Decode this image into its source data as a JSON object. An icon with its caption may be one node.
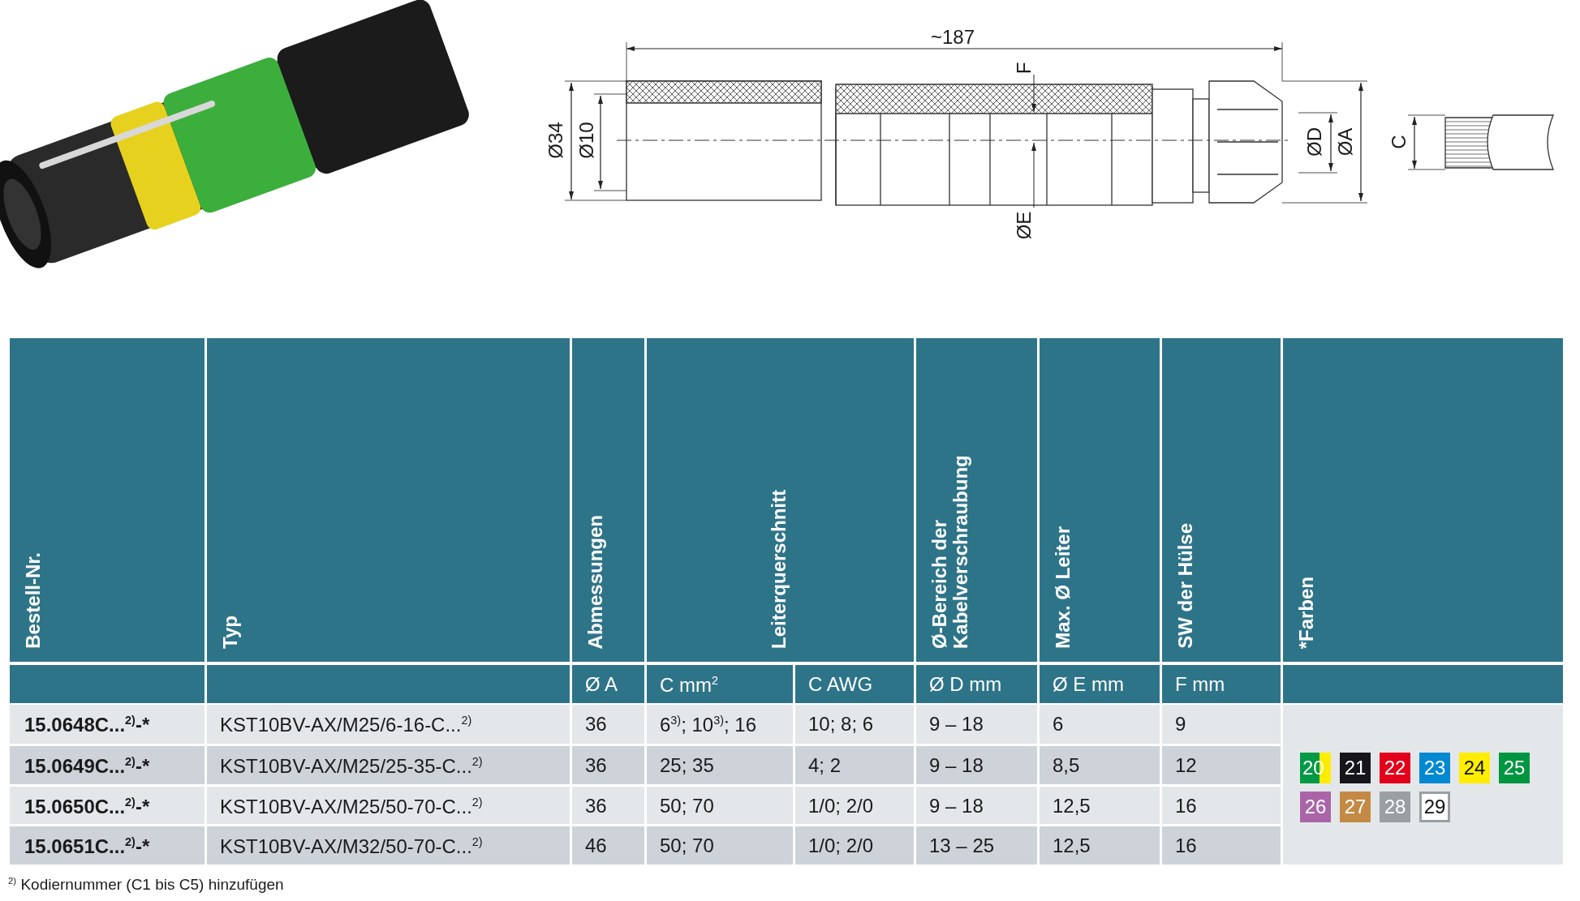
{
  "diagram": {
    "labels": [
      "~187",
      "F",
      "Ø34",
      "Ø10",
      "ØE",
      "ØD",
      "ØA",
      "C",
      "Bestell-Nr.",
      "Typ",
      "Abmessungen",
      "Leiterquerschnitt",
      "Ø-Bereich der Kabelverschraubung",
      "Max. Ø Leiter",
      "SW der Hülse",
      "*Farben",
      "Ø A",
      "C mm$^{2}$",
      "C AWG",
      "Ø D mm",
      "Ø E mm",
      "F mm",
      "15.0648C...$^{2)}$-*",
      "KST10BV-AX/M25/6-16-C...$^{2)}$",
      "36",
      "6$^{3)}$; 10$^{3)}$; 16",
      "10; 8; 6",
      "9 – 18",
      "6",
      "9",
      "15.0649C...$^{2)}$-*",
      "KST10BV-AX/M25/25-35-C...$^{2)}$",
      "36",
      "25; 35",
      "4; 2",
      "9 – 18",
      "8,5",
      "12",
      "15.0650C...$^{2)}$-*",
      "KST10BV-AX/M25/50-70-C...$^{2)}$",
      "36",
      "50; 70",
      "1/0; 2/0",
      "9 – 18",
      "12,5",
      "16",
      "15.0651C...$^{2)}$-*",
      "KST10BV-AX/M32/50-70-C...$^{2)}$",
      "46",
      "50; 70",
      "1/0; 2/0",
      "13 – 25",
      "12,5",
      "16",
      "$^{2)}$ Kodiernummer (C1 bis C5) hinzufügen"
    ],
    "legend": [
      {
        "text": "20",
        "color": "#009a44"
      },
      {
        "text": "21",
        "color": "#161519"
      },
      {
        "text": "22",
        "color": "#e2001a"
      },
      {
        "text": "23",
        "color": "#0088d1"
      },
      {
        "text": "24",
        "color": "#ffed00"
      },
      {
        "text": "25",
        "color": "#009640"
      },
      {
        "text": "26",
        "color": "#a965a8"
      },
      {
        "text": "27",
        "color": "#c48a45"
      },
      {
        "text": "28",
        "color": "#9a9fa4"
      },
      {
        "text": "29",
        "color": "#ffffff"
      }
    ]
  }
}
